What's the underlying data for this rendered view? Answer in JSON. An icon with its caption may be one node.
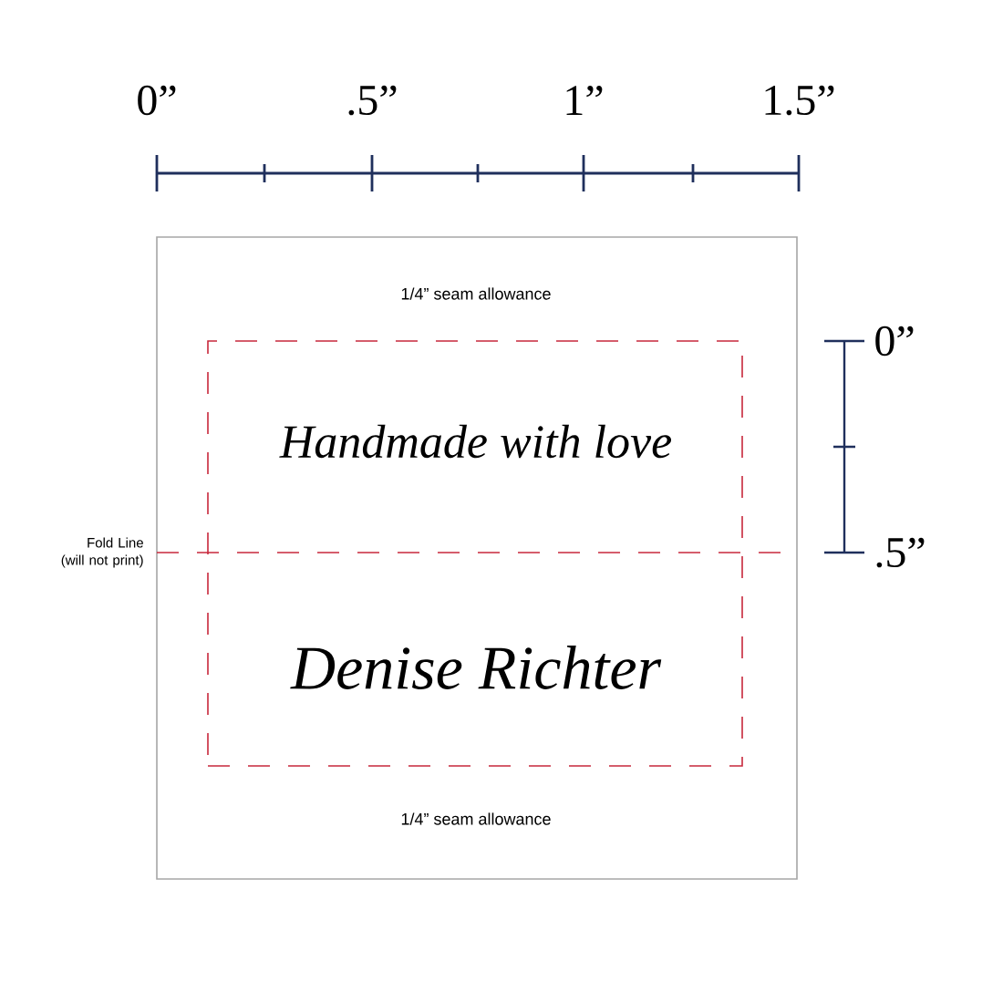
{
  "diagram": {
    "nodes": [
      {
        "text": [
          "1/4” seam allowance",
          "1/4” seam allowance"
        ]
      },
      {
        "text": [
          "Handmade with love",
          "Denise Richter"
        ],
        "in": 0
      }
    ],
    "labels": [
      "0”",
      ".5”",
      "1”",
      "1.5”",
      "0”",
      "Fold Line (will not print)",
      ".5”"
    ]
  }
}
